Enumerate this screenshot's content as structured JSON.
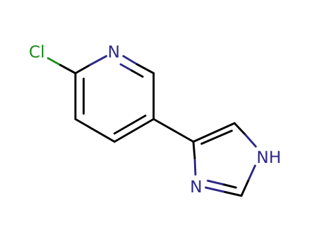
{
  "molecule": {
    "atoms": {
      "cl": "Cl",
      "n_pyridine": "N",
      "n_imidazole_h": "NH",
      "n_imidazole": "N"
    },
    "colors": {
      "bond": "#000000",
      "nitrogen": "#2d2a86",
      "chlorine": "#1e8c1e",
      "background": "#ffffff"
    }
  }
}
